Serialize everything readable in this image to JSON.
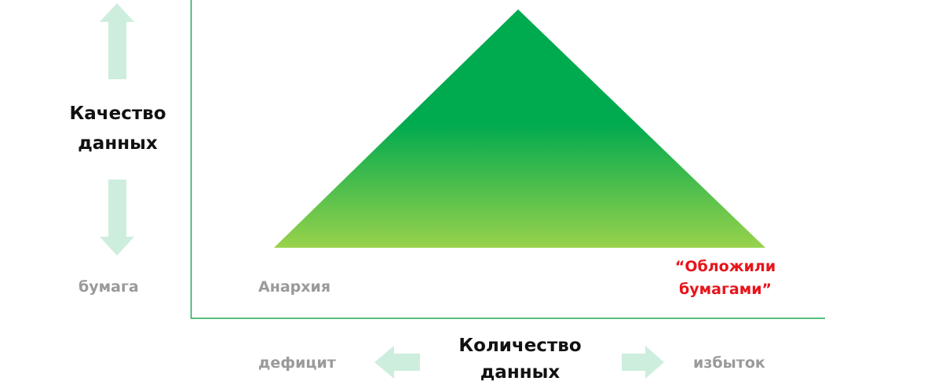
{
  "y_axis": {
    "title_lines": [
      "Качество",
      "данных"
    ],
    "low_label": "бумага"
  },
  "x_axis": {
    "title_lines": [
      "Количество",
      "данных"
    ],
    "low_label": "дефицит",
    "high_label": "избыток"
  },
  "corners": {
    "left_label": "Анархия",
    "right_label_lines": [
      "“Обложили",
      "бумагами”"
    ]
  },
  "colors": {
    "triangle_top": "#00aa4f",
    "triangle_bottom": "#98d24b",
    "arrow_fill": "#cdeedd",
    "axis_line": "#1bab57",
    "highlight_text": "#e8141b",
    "muted_text": "#9a9a9a"
  },
  "icons": {
    "up": "arrow-up-icon",
    "down": "arrow-down-icon",
    "left": "arrow-left-icon",
    "right": "arrow-right-icon"
  }
}
